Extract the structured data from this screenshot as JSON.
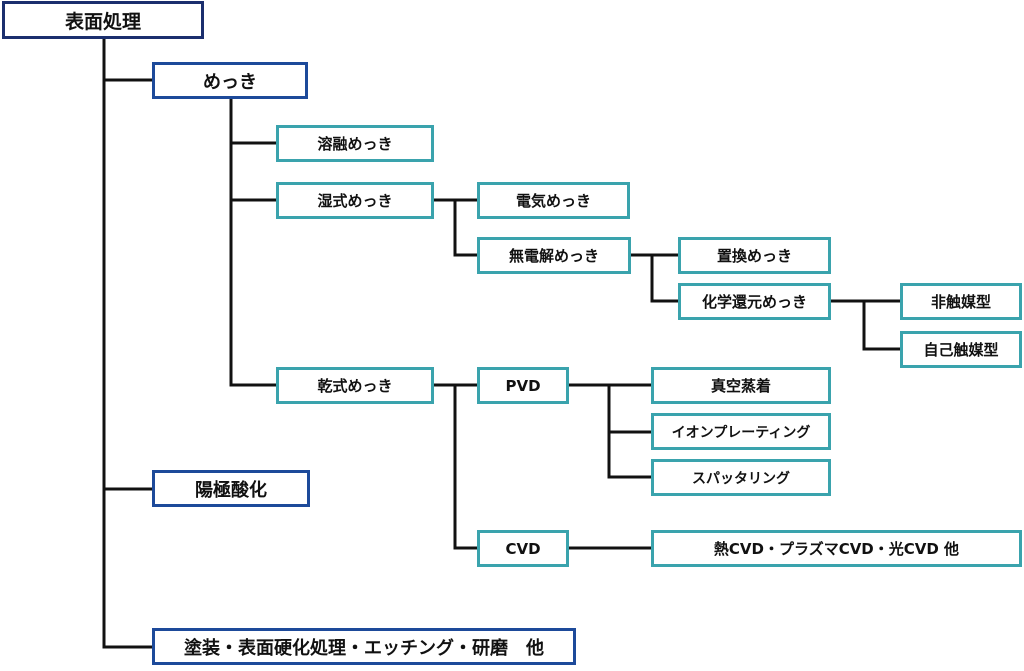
{
  "diagram": {
    "root": "表面処理",
    "level1": {
      "plating": "めっき",
      "anodizing": "陽極酸化",
      "others": "塗装・表面硬化処理・エッチング・研磨　他"
    },
    "plating_children": {
      "hot_dip": "溶融めっき",
      "wet": "湿式めっき",
      "dry": "乾式めっき"
    },
    "wet_children": {
      "electro": "電気めっき",
      "electroless": "無電解めっき"
    },
    "electroless_children": {
      "displacement": "置換めっき",
      "chemical_reduction": "化学還元めっき"
    },
    "reduction_children": {
      "non_catalytic": "非触媒型",
      "autocatalytic": "自己触媒型"
    },
    "dry_children": {
      "pvd": "PVD",
      "cvd": "CVD"
    },
    "pvd_children": {
      "vacuum_deposition": "真空蒸着",
      "ion_plating": "イオンプレーティング",
      "sputtering": "スパッタリング"
    },
    "cvd_children": {
      "cvd_types": "熱CVD・プラズマCVD・光CVD 他"
    }
  },
  "colors": {
    "root_border": "#1b2f6e",
    "level_border": "#1d4a9a",
    "leaf_border": "#3aa3ad",
    "connector": "#111111"
  }
}
